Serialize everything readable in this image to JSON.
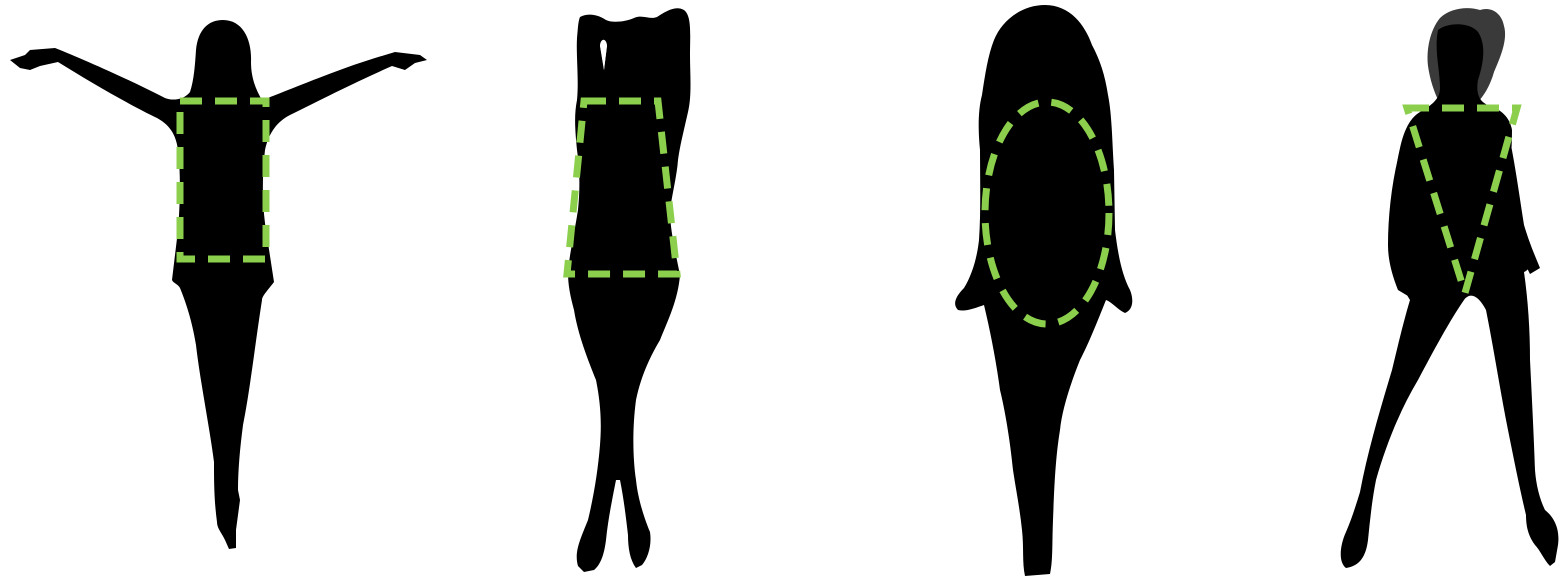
{
  "colors": {
    "background": "#ffffff",
    "silhouette": "#000000",
    "outline": "#8ccf4d"
  },
  "figures": [
    {
      "id": "figure-1",
      "pose": "arms-outstretched",
      "shape_marker": "rectangle"
    },
    {
      "id": "figure-2",
      "pose": "arms-raised-behind-head",
      "shape_marker": "trapezoid-narrow-top"
    },
    {
      "id": "figure-3",
      "pose": "standing-hair-down",
      "shape_marker": "oval"
    },
    {
      "id": "figure-4",
      "pose": "wide-stance",
      "shape_marker": "inverted-triangle"
    }
  ]
}
